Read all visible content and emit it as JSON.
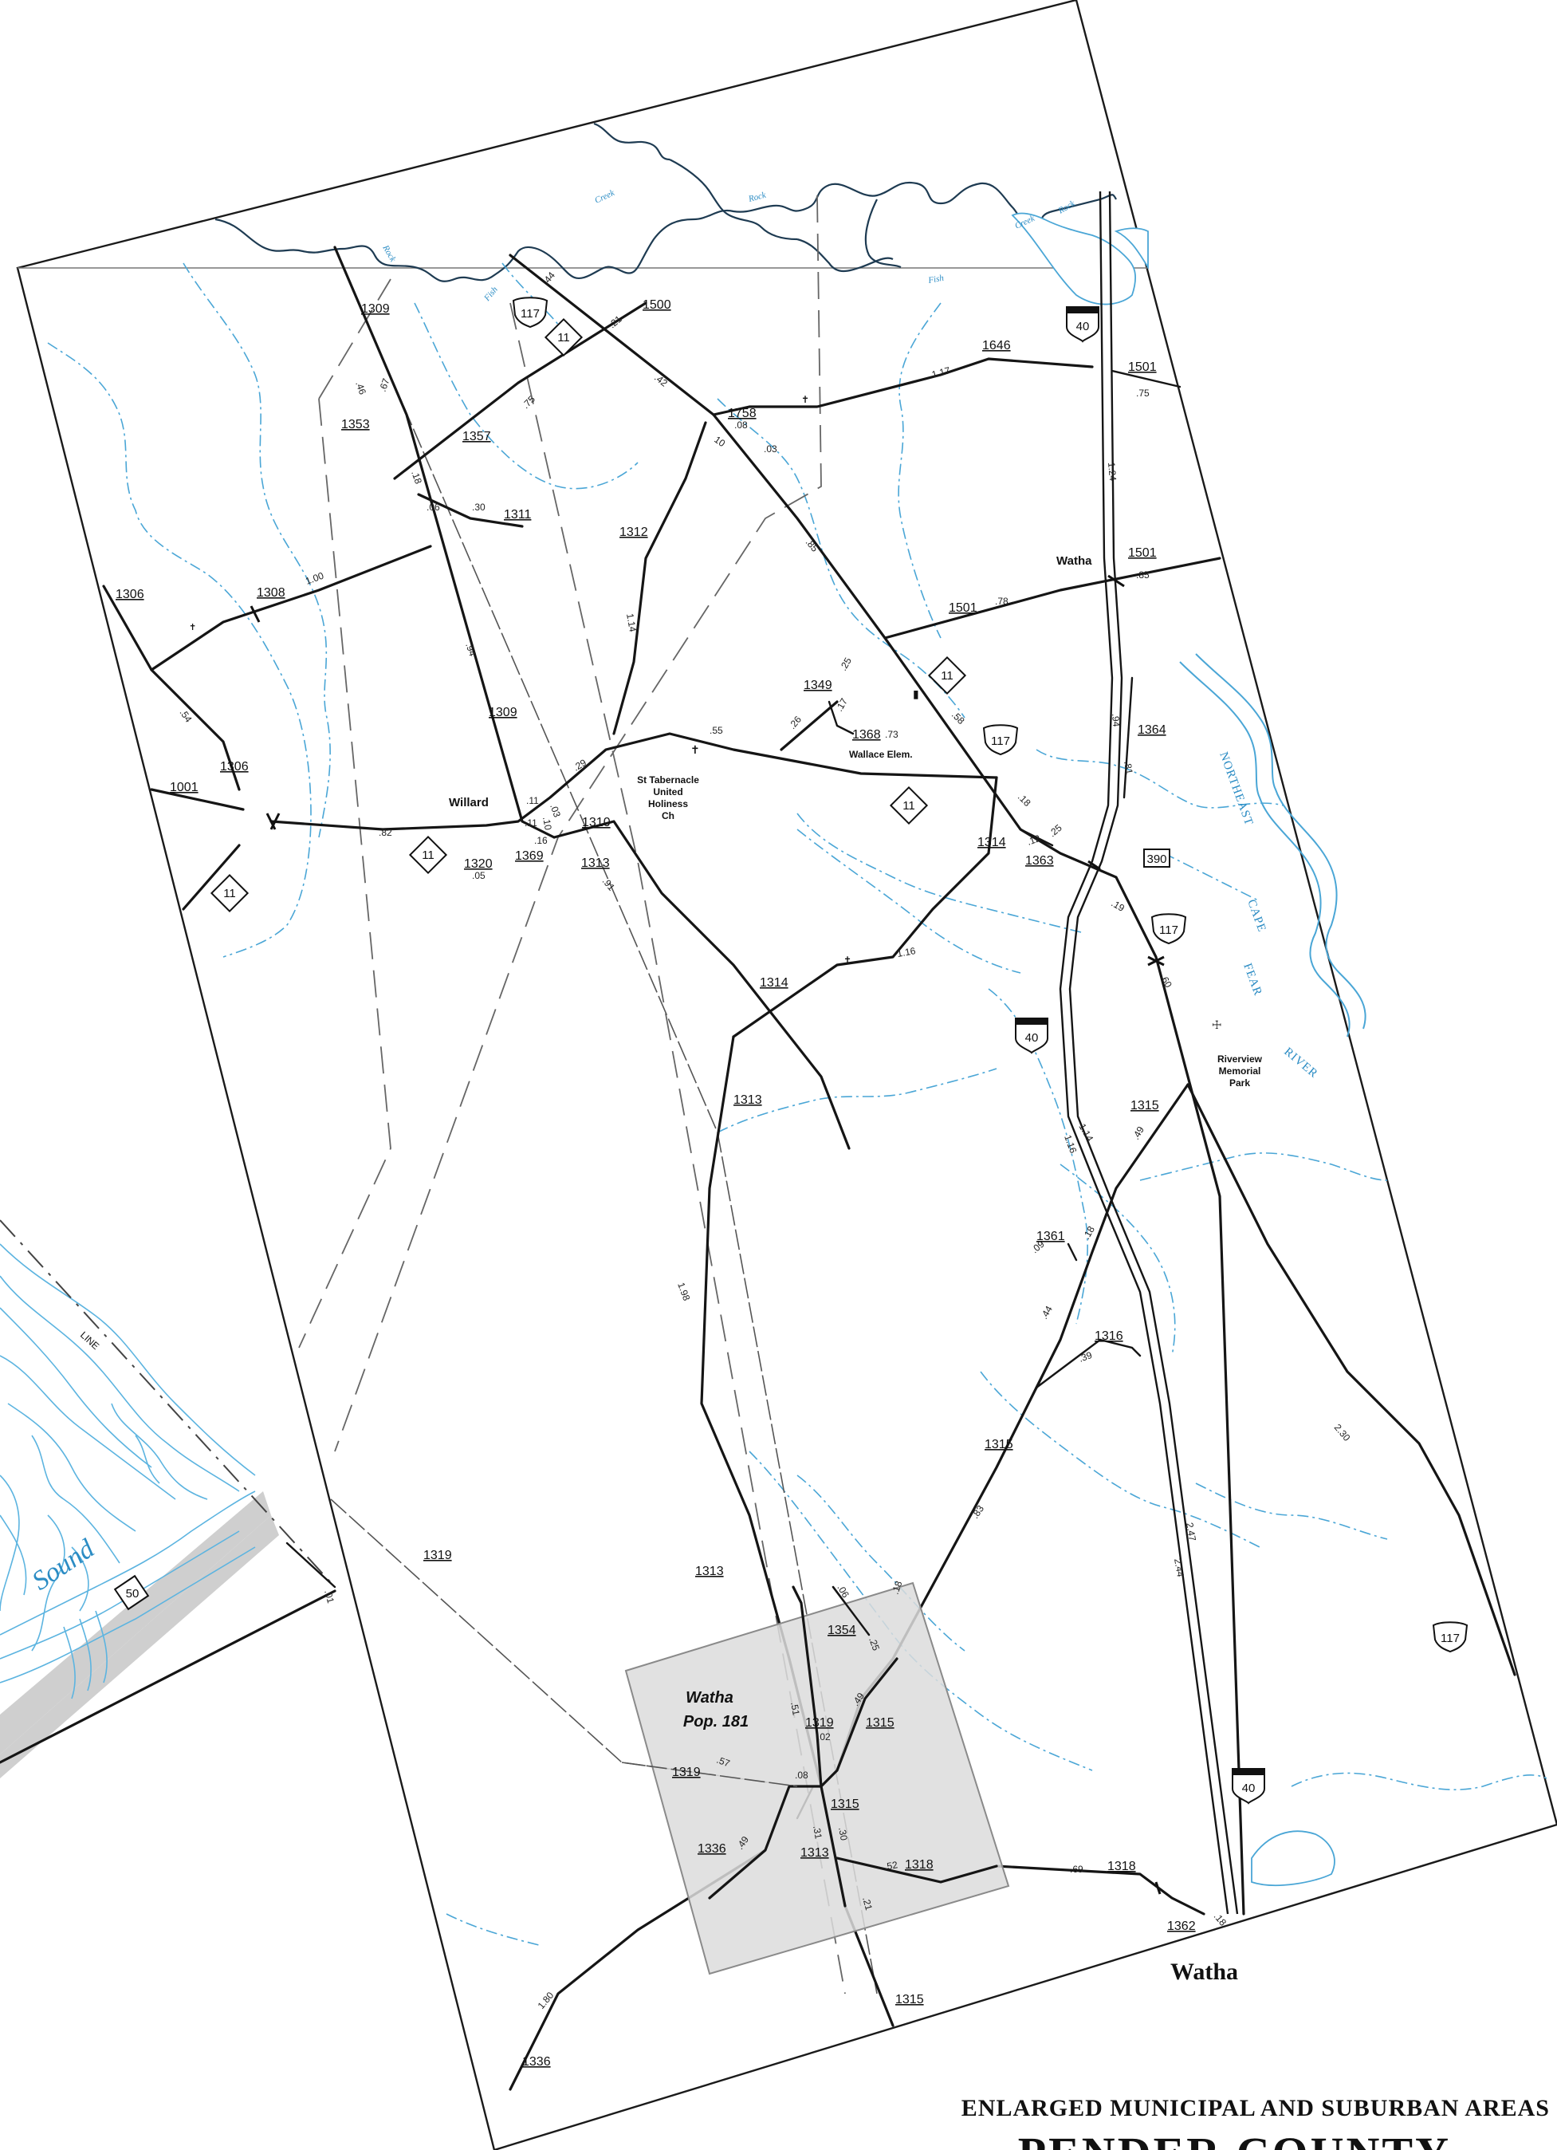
{
  "map": {
    "town_name": "Watha",
    "inset": {
      "title": "Watha",
      "population": "Pop. 181"
    },
    "footer": {
      "line1": "ENLARGED MUNICIPAL AND SUBURBAN AREAS",
      "line2": "PENDER COUNTY"
    },
    "places": [
      {
        "id": "willard",
        "text": "Willard"
      },
      {
        "id": "watha-north",
        "text": "Watha"
      },
      {
        "id": "wallace-elem",
        "text": "Wallace Elem."
      },
      {
        "id": "st-tabernacle",
        "lines": [
          "St Tabernacle",
          "United",
          "Holiness",
          "Ch"
        ]
      },
      {
        "id": "riverview",
        "lines": [
          "Riverview",
          "Memorial",
          "Park"
        ]
      }
    ],
    "water_labels": [
      {
        "id": "creek-1",
        "text": "Creek"
      },
      {
        "id": "rock-1",
        "text": "Rock"
      },
      {
        "id": "rock-2",
        "text": "Rock"
      },
      {
        "id": "fish-1",
        "text": "Fish"
      },
      {
        "id": "fish-2",
        "text": "Fish"
      },
      {
        "id": "creek-2",
        "text": "Creek"
      },
      {
        "id": "rock-3",
        "text": "Rock"
      },
      {
        "id": "northeast",
        "text": "NORTHEAST"
      },
      {
        "id": "cape",
        "text": "CAPE"
      },
      {
        "id": "fear",
        "text": "FEAR"
      },
      {
        "id": "river",
        "text": "RIVER"
      },
      {
        "id": "sound",
        "text": "Sound"
      }
    ],
    "road_numbers": [
      "1309",
      "1500",
      "1646",
      "1501",
      "1758",
      "1353",
      "1357",
      "1311",
      "1312",
      "1306",
      "1308",
      "1501",
      "1501",
      "1349",
      "1368",
      "1309",
      "1364",
      "1306",
      "1001",
      "1310",
      "1320",
      "1369",
      "1313",
      "1314",
      "1363",
      "1314",
      "1313",
      "1315",
      "1361",
      "1316",
      "1315",
      "1319",
      "1313",
      "1354",
      "1319",
      "1315",
      "1319",
      "1315",
      "1336",
      "1313",
      "1318",
      "1318",
      "1362",
      "1315",
      "1336"
    ],
    "mileages": [
      ".44",
      ".21",
      ".42",
      "1.17",
      ".75",
      ".08",
      ".03",
      "10",
      ".75",
      ".46",
      ".67",
      ".18",
      ".06",
      ".30",
      "1.24",
      ".85",
      "1.00",
      ".78",
      ".85",
      "1.14",
      ".25",
      ".17",
      ".58",
      ".26",
      ".55",
      ".94",
      ".54",
      ".94",
      ".81",
      ".29",
      ".73",
      ".11",
      ".03",
      ".11",
      ".10",
      ".16",
      ".82",
      ".05",
      ".91",
      ".18",
      ".12",
      ".25",
      ".19",
      ".60",
      "1.16",
      "1.14",
      "1.16",
      ".49",
      ".18",
      ".09",
      ".44",
      ".39",
      "1.98",
      ".83",
      "2.30",
      "2.47",
      "2.44",
      ".06",
      ".25",
      ".18",
      ".49",
      ".51",
      ".02",
      ".57",
      ".08",
      ".31",
      ".30",
      ".49",
      ".52",
      ".69",
      ".21",
      ".18",
      "1.80",
      ".01"
    ],
    "interstate_shields": [
      "40",
      "40",
      "40"
    ],
    "us_shields": [
      "117",
      "117",
      "117",
      "117"
    ],
    "nc_shields": [
      "11",
      "11",
      "11",
      "11",
      "11"
    ],
    "inset_nc_shield": "50",
    "secondary_box": "390",
    "inset_line_label": "LINE"
  }
}
